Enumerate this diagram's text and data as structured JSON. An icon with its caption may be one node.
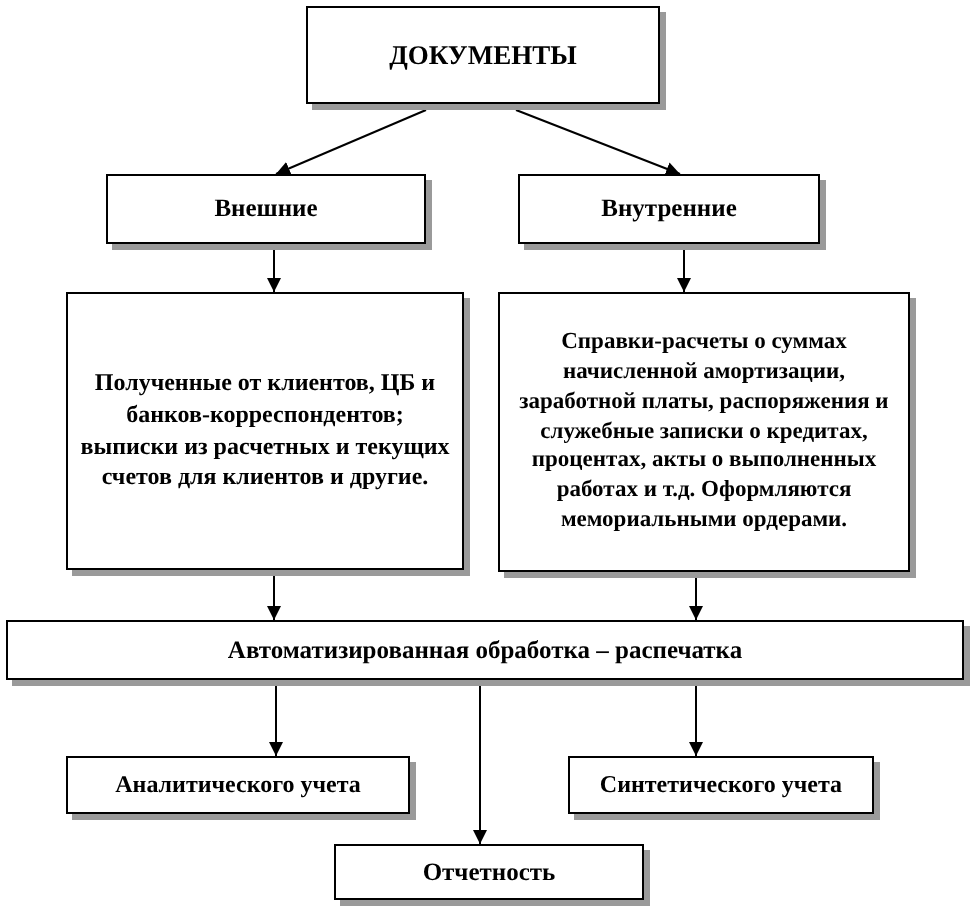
{
  "diagram": {
    "nodes": [
      {
        "text": [
          "ДОКУМЕНТЫ"
        ]
      },
      {
        "text": [
          "Внешние"
        ]
      },
      {
        "text": [
          "Внутренние"
        ]
      },
      {
        "text": [
          "Полученные от клиентов, ЦБ и банков-корреспондентов; выписки из расчетных и текущих счетов для клиентов и другие."
        ]
      },
      {
        "text": [
          "Справки-расчеты о суммах начисленной амортизации, заработной платы, распоряжения и служебные записки о кредитах, процентах, акты о выполненных работах и т.д. Оформляются мемориальными ордерами."
        ]
      },
      {
        "text": [
          "Автоматизированная обработка – распечатка"
        ]
      },
      {
        "text": [
          "Аналитического учета"
        ]
      },
      {
        "text": [
          "Синтетического учета"
        ]
      },
      {
        "text": [
          "Отчетность"
        ]
      }
    ],
    "edges": [
      {
        "from": 0,
        "to": 1,
        "arrow": "to"
      },
      {
        "from": 0,
        "to": 2,
        "arrow": "to"
      },
      {
        "from": 1,
        "to": 3,
        "arrow": "to"
      },
      {
        "from": 2,
        "to": 4,
        "arrow": "to"
      },
      {
        "from": 3,
        "to": 5,
        "arrow": "to"
      },
      {
        "from": 4,
        "to": 5,
        "arrow": "to"
      },
      {
        "from": 5,
        "to": 6,
        "arrow": "to"
      },
      {
        "from": 5,
        "to": 8,
        "arrow": "to"
      },
      {
        "from": 5,
        "to": 7,
        "arrow": "to"
      }
    ]
  }
}
